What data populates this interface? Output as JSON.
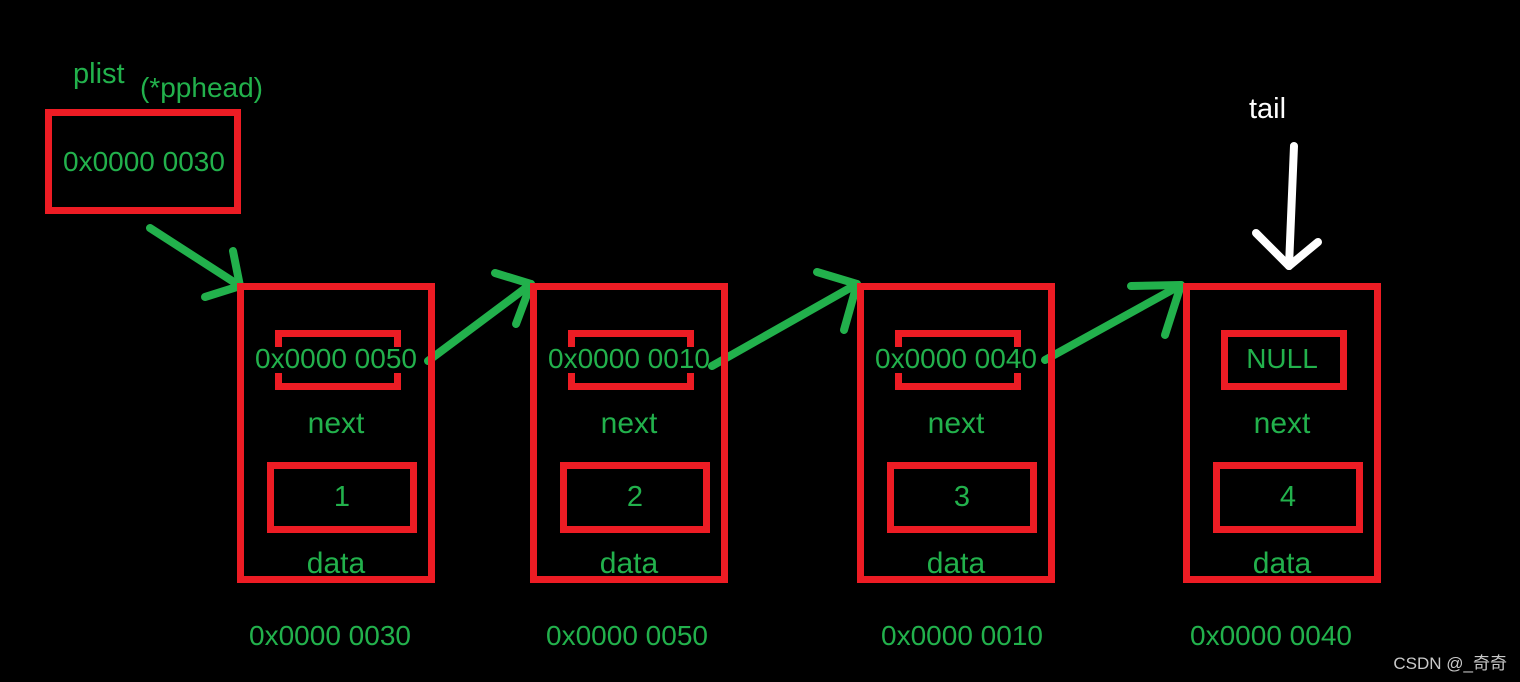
{
  "colors": {
    "background": "#000000",
    "red": "#ed1c24",
    "green": "#22b14c",
    "white": "#ffffff",
    "watermark": "#c9c9c9"
  },
  "header": {
    "plist_label": "plist",
    "pphead_label": "(*pphead)",
    "plist_box_value": "0x0000 0030",
    "tail_label": "tail"
  },
  "nodes": [
    {
      "next": "0x0000 0050",
      "next_label": "next",
      "value": "1",
      "value_label": "data",
      "address": "0x0000 0030"
    },
    {
      "next": "0x0000 0010",
      "next_label": "next",
      "value": "2",
      "value_label": "data",
      "address": "0x0000 0050"
    },
    {
      "next": "0x0000 0040",
      "next_label": "next",
      "value": "3",
      "value_label": "data",
      "address": "0x0000 0010"
    },
    {
      "next": "NULL",
      "next_label": "next",
      "value": "4",
      "value_label": "data",
      "address": "0x0000 0040"
    }
  ],
  "watermark": "CSDN @_奇奇"
}
